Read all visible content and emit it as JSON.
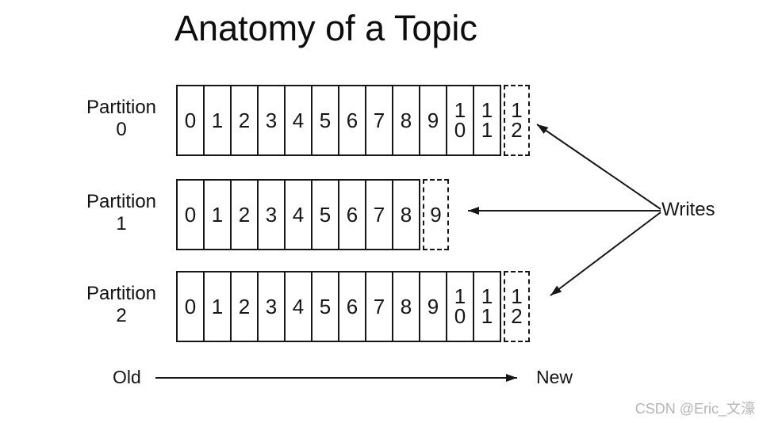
{
  "title": "Anatomy of a Topic",
  "writes": {
    "label": "Writes"
  },
  "axis": {
    "old": "Old",
    "new": "New"
  },
  "watermark": "CSDN @Eric_文濠",
  "colors": {
    "line": "#161616",
    "watermark": "#b5b5b5"
  },
  "partitions": [
    {
      "name": "Partition",
      "index": "0",
      "cells": [
        "0",
        "1",
        "2",
        "3",
        "4",
        "5",
        "6",
        "7",
        "8",
        "9",
        "10",
        "11"
      ],
      "next_cell": "12"
    },
    {
      "name": "Partition",
      "index": "1",
      "cells": [
        "0",
        "1",
        "2",
        "3",
        "4",
        "5",
        "6",
        "7",
        "8"
      ],
      "next_cell": "9"
    },
    {
      "name": "Partition",
      "index": "2",
      "cells": [
        "0",
        "1",
        "2",
        "3",
        "4",
        "5",
        "6",
        "7",
        "8",
        "9",
        "10",
        "11"
      ],
      "next_cell": "12"
    }
  ]
}
